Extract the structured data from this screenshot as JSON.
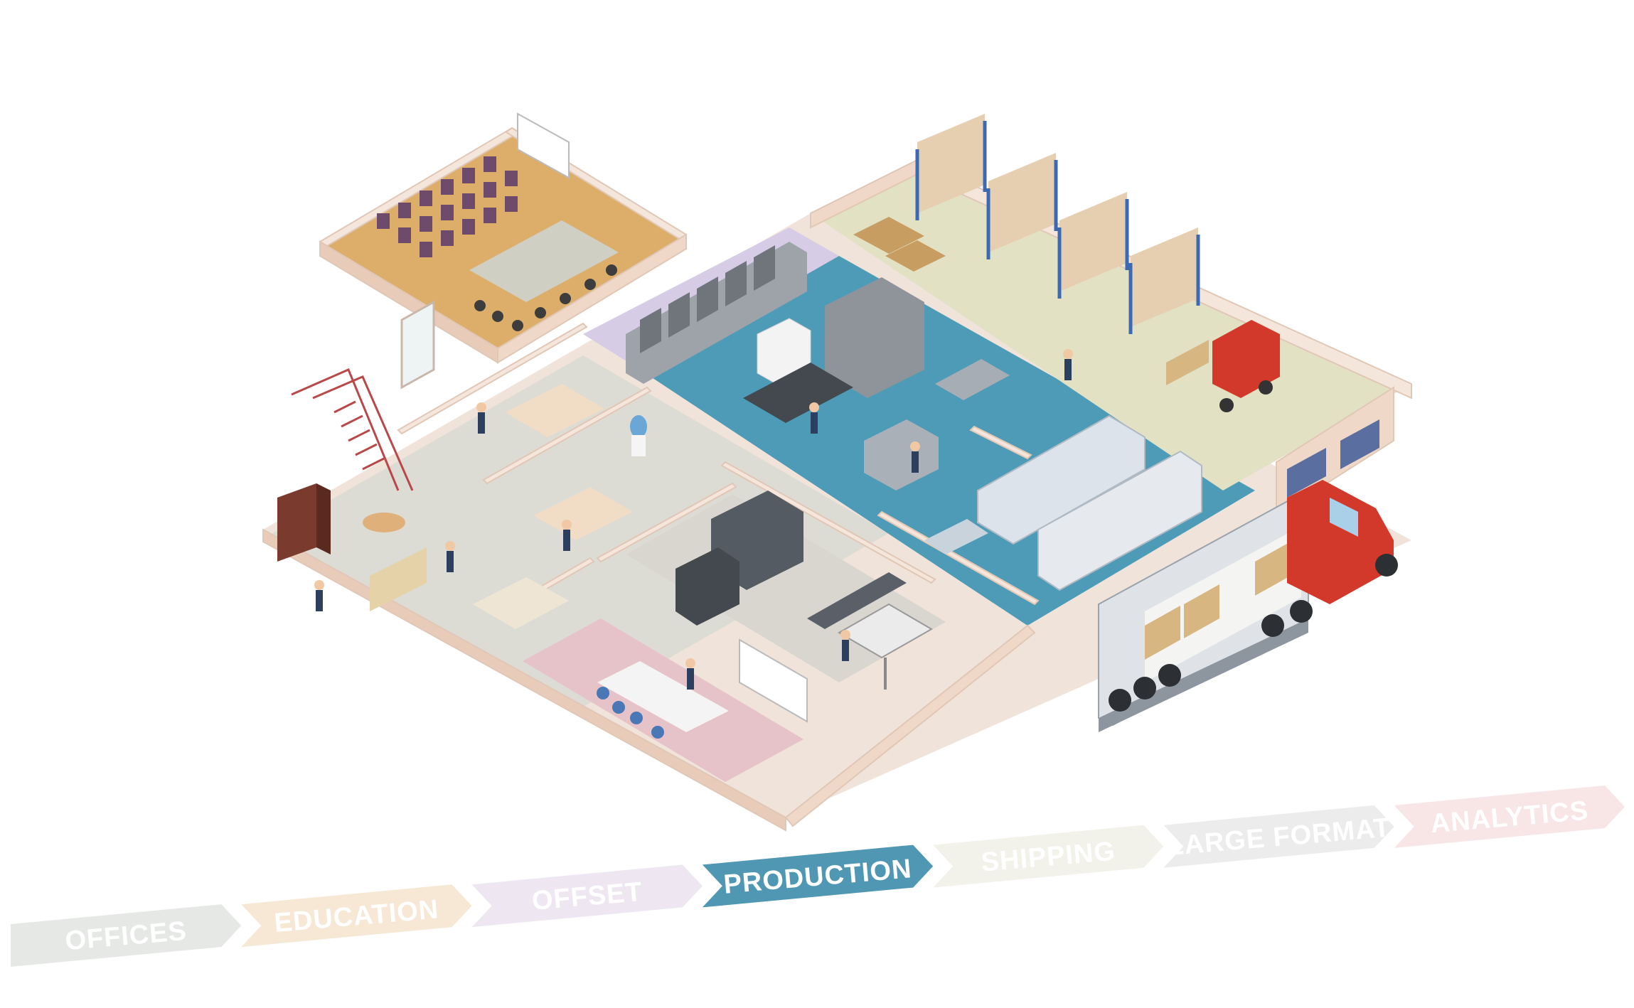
{
  "scene": {
    "colors": {
      "wall_top": "#f5e6dc",
      "wall_side": "#e8cbb9",
      "floor_office": "#dcdcd4",
      "floor_education": "#dcae6a",
      "floor_offset": "#d6cce6",
      "floor_production": "#4e9bb8",
      "floor_shipping": "#e2e1c4",
      "floor_meeting": "#e6c3c8",
      "truck_red": "#d3392b",
      "pallet_box": "#d8b681",
      "machine_gray": "#9ea3aa"
    }
  },
  "nav": {
    "items": [
      {
        "id": "offices",
        "label": "OFFICES",
        "color": "#e6e8e6",
        "text_color": "#ffffff",
        "active": false
      },
      {
        "id": "education",
        "label": "EDUCATION",
        "color": "#f7e7d5",
        "text_color": "#ffffff",
        "active": false
      },
      {
        "id": "offset",
        "label": "OFFSET",
        "color": "#eee7f1",
        "text_color": "#ffffff",
        "active": false
      },
      {
        "id": "production",
        "label": "PRODUCTION",
        "color": "#4f97b3",
        "text_color": "#ffffff",
        "active": true
      },
      {
        "id": "shipping",
        "label": "SHIPPING",
        "color": "#f2f2ea",
        "text_color": "#ffffff",
        "active": false
      },
      {
        "id": "large-format",
        "label": "LARGE FORMAT",
        "color": "#ececec",
        "text_color": "#ffffff",
        "active": false
      },
      {
        "id": "analytics",
        "label": "ANALYTICS",
        "color": "#f8e5e6",
        "text_color": "#ffffff",
        "active": false
      }
    ]
  }
}
